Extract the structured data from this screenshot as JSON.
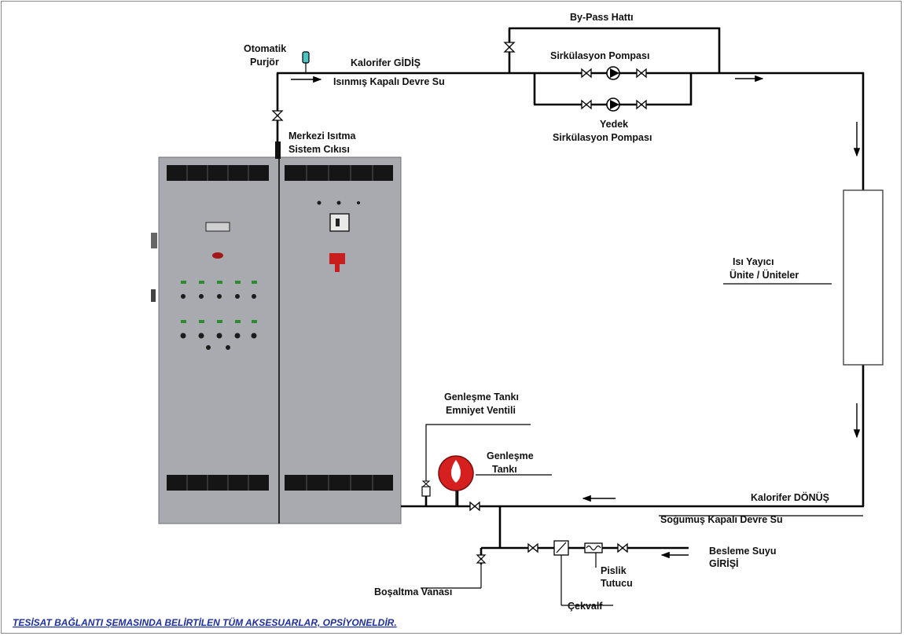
{
  "labels": {
    "bypass": "By-Pass Hattı",
    "otomatik": "Otomatik",
    "purjor": "Purjör",
    "kalorifer_gidis": "Kalorifer GİDİŞ",
    "isinmis": "Isınmış Kapalı Devre Su",
    "sirk_pompasi": "Sirkülasyon Pompası",
    "yedek": "Yedek",
    "yedek_sirk": "Sirkülasyon Pompası",
    "merkezi1": "Merkezi Isıtma",
    "merkezi2": "Sistem Cıkısı",
    "isi_yayici1": "Isı Yayıcı",
    "isi_yayici2": "Ünite / Üniteler",
    "genlesme_emn1": "Genleşme Tankı",
    "genlesme_emn2": "Emniyet Ventili",
    "genlesme_tank1": "Genleşme",
    "genlesme_tank2": "Tankı",
    "kalorifer_donus": "Kalorifer DÖNÜŞ",
    "sogumus": "Soğumuş Kapalı Devre Su",
    "besleme1": "Besleme Suyu",
    "besleme2": "GİRİŞİ",
    "pislik1": "Pislik",
    "pislik2": "Tutucu",
    "bosaltma": "Boşaltma Vanası",
    "cekvalf": "Çekvalf"
  },
  "footer_note": "TESİSAT BAĞLANTI ŞEMASINDA BELİRTİLEN TÜM AKSESUARLAR, OPSİYONELDİR.",
  "colors": {
    "cabinet": "#a9aab0",
    "cabinet_dark": "#1a1a1a",
    "tank_red": "#d62020",
    "note_blue": "#1f2fa0",
    "purjor_cyan": "#4fc3c3"
  },
  "icons": [
    "valve-icon",
    "pump-icon",
    "check-valve-icon",
    "strainer-icon",
    "arrow-icon",
    "expansion-tank-icon",
    "safety-valve-icon",
    "drain-valve-icon",
    "air-vent-icon"
  ]
}
